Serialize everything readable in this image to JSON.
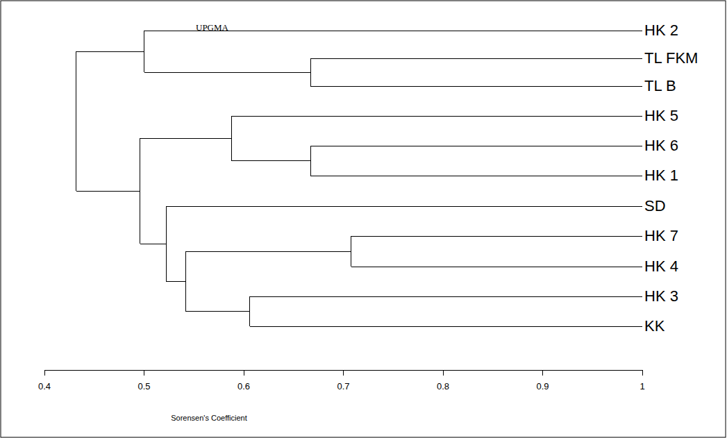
{
  "diagram": {
    "title": "UPGMA",
    "labels": [
      "HK 2",
      "TL FKM",
      "TL B",
      "HK 5",
      "HK 6",
      "HK 1",
      "SD",
      "HK 7",
      "HK 4",
      "HK 3",
      "KK",
      "0.4",
      "0.5",
      "0.6",
      "0.7",
      "0.8",
      "0.9",
      "1",
      "Sorensen's Coefficient"
    ]
  }
}
